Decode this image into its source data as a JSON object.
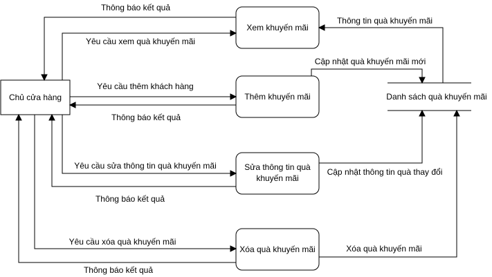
{
  "entity": {
    "label": "Chủ cửa hàng"
  },
  "store": {
    "label": "Danh sách quà khuyến mãi"
  },
  "processes": {
    "view": {
      "label": "Xem khuyến mãi"
    },
    "add": {
      "label": "Thêm khuyến mãi"
    },
    "edit": {
      "label_line1": "Sửa thông tin quà",
      "label_line2": "khuyến mãi"
    },
    "delete": {
      "label": "Xóa quà khuyến mãi"
    }
  },
  "flows": {
    "view_result": "Thông báo kết quả",
    "view_request": "Yêu cầu xem quà khuyến mãi",
    "store_info": "Thông tin quà khuyến mãi",
    "add_update": "Cập nhật quà khuyến mãi mới",
    "add_request": "Yêu cầu thêm khách hàng",
    "add_result": "Thông báo kết quả",
    "edit_request": "Yêu cầu sửa thông tin quà khuyến mãi",
    "edit_update": "Cập nhật thông tin  quà thay đổi",
    "edit_result": "Thông báo kết quả",
    "delete_request": "Yêu cầu xóa quà khuyến mãi",
    "delete_flow": "Xóa quà khuyến mãi",
    "delete_result": "Thông báo kết quả"
  }
}
